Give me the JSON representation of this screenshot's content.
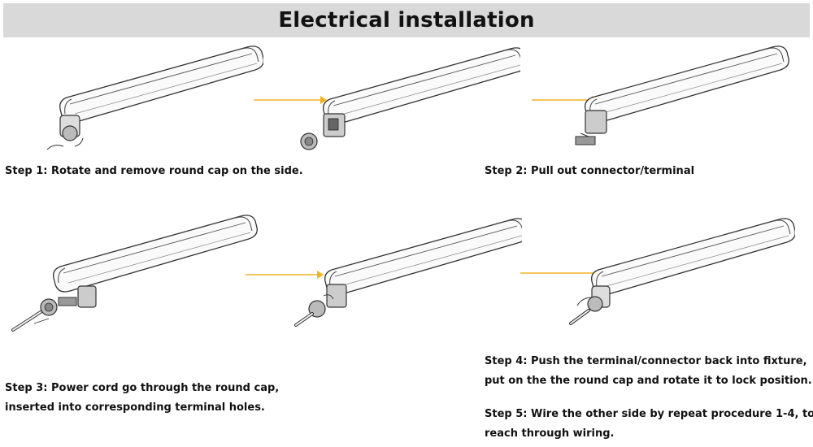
{
  "document": {
    "title": "Electrical installation",
    "steps": {
      "step1": "Step 1: Rotate and remove round cap on the side.",
      "step2": "Step 2: Pull out connector/terminal",
      "step3": {
        "line1": "Step 3: Power cord go through the round cap,",
        "line2": "inserted into corresponding terminal holes."
      },
      "step4": {
        "line1": "Step 4: Push the terminal/connector back into fixture,",
        "line2": "put on the the round cap and rotate it to lock position."
      },
      "step5": {
        "line1": "Step 5: Wire the other side by repeat procedure 1-4, to",
        "line2": "reach through wiring."
      }
    }
  },
  "colors": {
    "arrow": "#f0b323",
    "title_background": "#d9d9d9",
    "outline": "#333333"
  }
}
